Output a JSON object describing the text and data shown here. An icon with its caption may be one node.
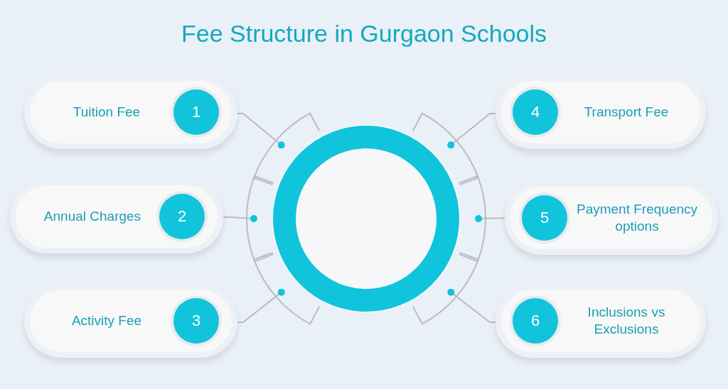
{
  "diagram": {
    "title": "Fee Structure in Gurgaon Schools",
    "nodes": [
      {
        "text": [
          "Tuition Fee"
        ]
      },
      {
        "text": [
          "1"
        ],
        "in": 0
      },
      {
        "text": [
          "Annual Charges"
        ]
      },
      {
        "text": [
          "2"
        ],
        "in": 2
      },
      {
        "text": [
          "Activity Fee"
        ]
      },
      {
        "text": [
          "3"
        ],
        "in": 4
      },
      {
        "text": [
          "Transport Fee"
        ]
      },
      {
        "text": [
          "4"
        ],
        "in": 6
      },
      {
        "text": [
          "Payment Frequency options"
        ]
      },
      {
        "text": [
          "5"
        ],
        "in": 8
      },
      {
        "text": [
          "Inclusions vs Exclusions"
        ]
      },
      {
        "text": [
          "6"
        ],
        "in": 10
      },
      {
        "text": [],
        "shape": "circle"
      }
    ],
    "edges": [
      {
        "from": 0,
        "to": 12,
        "arrow": "other"
      },
      {
        "from": 2,
        "to": 12,
        "arrow": "other"
      },
      {
        "from": 4,
        "to": 12,
        "arrow": "other"
      },
      {
        "from": 6,
        "to": 12,
        "arrow": "other"
      },
      {
        "from": 8,
        "to": 12,
        "arrow": "other"
      },
      {
        "from": 10,
        "to": 12,
        "arrow": "other"
      }
    ]
  }
}
